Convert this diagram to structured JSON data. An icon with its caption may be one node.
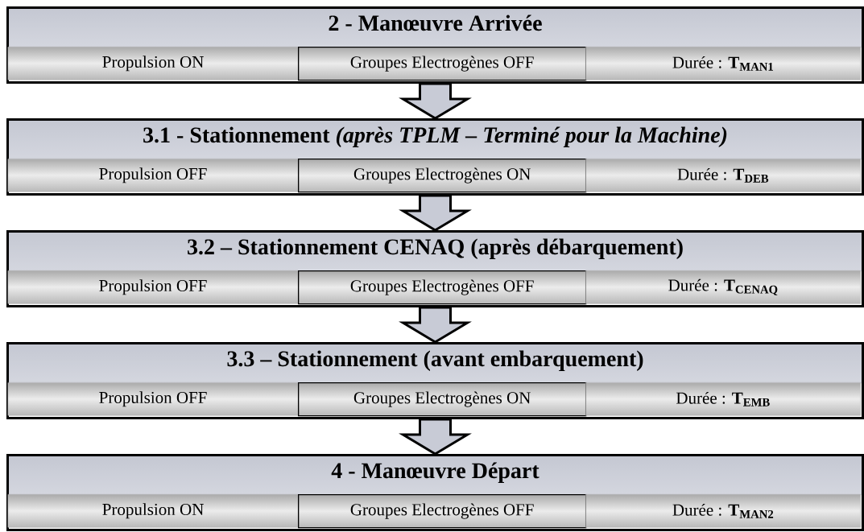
{
  "diagram": {
    "nodes": [
      {
        "text": [
          "2 - Manœuvre Arrivée"
        ]
      },
      {
        "text": [
          "Propulsion ON"
        ],
        "in": 0
      },
      {
        "text": [
          "Groupes Electrogènes OFF"
        ],
        "in": 0
      },
      {
        "text": [
          "Durée : **T$_{MAN1}$**"
        ],
        "in": 0
      },
      {
        "text": [
          "3.1 - Stationnement *(après TPLM – Terminé pour la Machine)*"
        ]
      },
      {
        "text": [
          "Propulsion OFF"
        ],
        "in": 4
      },
      {
        "text": [
          "Groupes Electrogènes ON"
        ],
        "in": 4
      },
      {
        "text": [
          "Durée : **T$_{DEB}$**"
        ],
        "in": 4
      },
      {
        "text": [
          "3.2 – Stationnement CENAQ (après débarquement)"
        ]
      },
      {
        "text": [
          "Propulsion OFF"
        ],
        "in": 8
      },
      {
        "text": [
          "Groupes Electrogènes OFF"
        ],
        "in": 8
      },
      {
        "text": [
          "Durée : **T$_{CENAQ}$**"
        ],
        "in": 8
      },
      {
        "text": [
          "3.3 – Stationnement (avant embarquement)"
        ]
      },
      {
        "text": [
          "Propulsion OFF"
        ],
        "in": 12
      },
      {
        "text": [
          "Groupes Electrogènes ON"
        ],
        "in": 12
      },
      {
        "text": [
          "Durée : **T$_{EMB}$**"
        ],
        "in": 12
      },
      {
        "text": [
          "4 - Manœuvre Départ"
        ]
      },
      {
        "text": [
          "Propulsion ON"
        ],
        "in": 16
      },
      {
        "text": [
          "Groupes Electrogènes OFF"
        ],
        "in": 16
      },
      {
        "text": [
          "Durée : **T$_{MAN2}$**"
        ],
        "in": 16
      }
    ],
    "edges": [
      {
        "from": 0,
        "to": 4,
        "arrow": "to"
      },
      {
        "from": 4,
        "to": 8,
        "arrow": "to"
      },
      {
        "from": 8,
        "to": 12,
        "arrow": "to"
      },
      {
        "from": 12,
        "to": 16,
        "arrow": "to"
      }
    ]
  }
}
